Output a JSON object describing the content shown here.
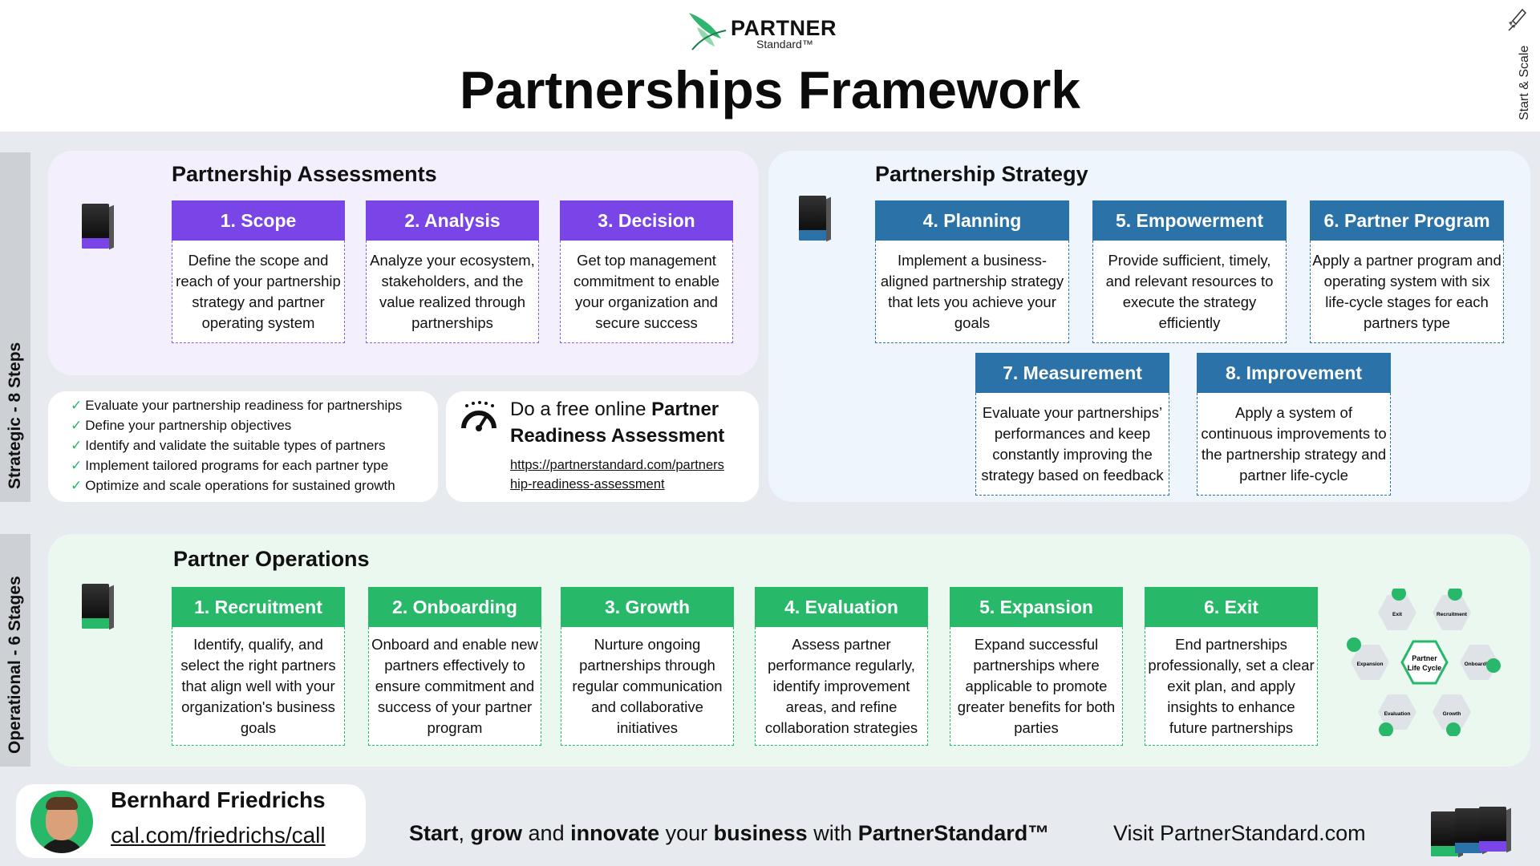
{
  "header": {
    "brand": "PARTNER",
    "brand_sub": "Standard™",
    "title": "Partnerships Framework",
    "side_tag": "Start & Scale"
  },
  "side_labels": {
    "strategic": "Strategic - 8 Steps",
    "operational": "Operational - 6 Stages"
  },
  "assessments": {
    "title": "Partnership Assessments",
    "cards": [
      {
        "title": "1. Scope",
        "body": "Define the scope and reach of your partnership strategy and partner operating system"
      },
      {
        "title": "2. Analysis",
        "body": "Analyze your ecosystem, stakeholders, and the value realized through partnerships"
      },
      {
        "title": "3. Decision",
        "body": "Get top management commitment to enable your organization and secure success"
      }
    ]
  },
  "checklist": [
    "Evaluate your partnership readiness for partnerships",
    "Define your partnership objectives",
    "Identify and validate the suitable types of partners",
    "Implement tailored programs for each partner type",
    "Optimize and scale operations for sustained growth"
  ],
  "readiness": {
    "text_plain": "Do a free online ",
    "text_bold_1": "Partner",
    "text_bold_2": "Readiness Assessment",
    "link_line1": "https://partnerstandard.com/partners",
    "link_line2": "hip-readiness-assessment"
  },
  "strategy": {
    "title": "Partnership Strategy",
    "cards": [
      {
        "title": "4. Planning",
        "body": "Implement a business-aligned partnership strategy that lets you achieve your goals"
      },
      {
        "title": "5. Empowerment",
        "body": "Provide sufficient, timely, and relevant resources to execute the strategy efficiently"
      },
      {
        "title": "6. Partner Program",
        "body": "Apply a partner program and operating system with six life-cycle stages for each partners type"
      },
      {
        "title": "7. Measurement",
        "body": "Evaluate your partnerships’ performances and keep constantly improving the strategy based on feedback"
      },
      {
        "title": "8. Improvement",
        "body": "Apply a system of continuous improvements to the  partnership strategy and partner life-cycle"
      }
    ]
  },
  "operations": {
    "title": "Partner Operations",
    "cards": [
      {
        "title": "1. Recruitment",
        "body": "Identify, qualify, and select the right partners that align well with your organization's business goals"
      },
      {
        "title": "2. Onboarding",
        "body": "Onboard and enable new partners effectively to ensure commitment and success of your partner program"
      },
      {
        "title": "3. Growth",
        "body": "Nurture ongoing partnerships through regular communication and collaborative initiatives"
      },
      {
        "title": "4. Evaluation",
        "body": "Assess partner performance regularly, identify improvement areas, and refine collaboration strategies"
      },
      {
        "title": "5. Expansion",
        "body": "Expand successful partnerships where applicable to promote greater benefits for both parties"
      },
      {
        "title": "6. Exit",
        "body": "End partnerships professionally, set a clear exit plan, and apply insights to enhance future partnerships"
      }
    ]
  },
  "lifecycle": {
    "center_line1": "Partner",
    "center_line2": "Life Cycle",
    "stages": [
      "Exit",
      "Recruitment",
      "Onboarding",
      "Growth",
      "Evaluation",
      "Expansion"
    ]
  },
  "footer": {
    "name": "Bernhard Friedrichs",
    "link": "cal.com/friedrichs/call",
    "tagline_parts": [
      "Start",
      ", ",
      "grow",
      " and ",
      "innovate",
      " your ",
      "business",
      " with ",
      "PartnerStandard™"
    ],
    "visit": "Visit PartnerStandard.com"
  },
  "colors": {
    "assessment_purple": "#7a45e6",
    "strategy_blue": "#2a72a8",
    "operations_green": "#28b86a",
    "panel_purple": "#f3effd",
    "panel_blue": "#eef5fc",
    "panel_green": "#eaf8f0"
  }
}
